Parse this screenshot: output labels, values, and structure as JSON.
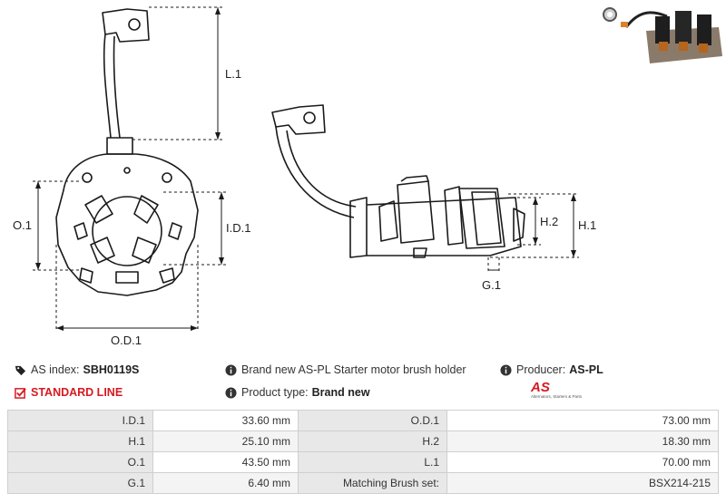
{
  "dimensions": {
    "l1": "L.1",
    "od1": "O.D.1",
    "o1": "O.1",
    "id1": "I.D.1",
    "h1": "H.1",
    "h2": "H.2",
    "g1": "G.1"
  },
  "info": {
    "as_index_label": "AS index:",
    "as_index_value": "SBH0119S",
    "line_label": "STANDARD LINE",
    "description": "Brand new AS-PL Starter motor brush holder",
    "product_type_label": "Product type:",
    "product_type_value": "Brand new",
    "producer_label": "Producer:",
    "producer_value": "AS-PL",
    "logo_text": "AS",
    "logo_tagline": "Alternators, Starters & Parts"
  },
  "specs": [
    {
      "label1": "I.D.1",
      "value1": "33.60 mm",
      "label2": "O.D.1",
      "value2": "73.00 mm"
    },
    {
      "label1": "H.1",
      "value1": "25.10 mm",
      "label2": "H.2",
      "value2": "18.30 mm"
    },
    {
      "label1": "O.1",
      "value1": "43.50 mm",
      "label2": "L.1",
      "value2": "70.00 mm"
    },
    {
      "label1": "G.1",
      "value1": "6.40 mm",
      "label2": "Matching Brush set:",
      "value2": "BSX214-215"
    }
  ],
  "colors": {
    "accent": "#d71920",
    "line": "#1a1a1a",
    "header_cell": "#e8e8e8"
  }
}
